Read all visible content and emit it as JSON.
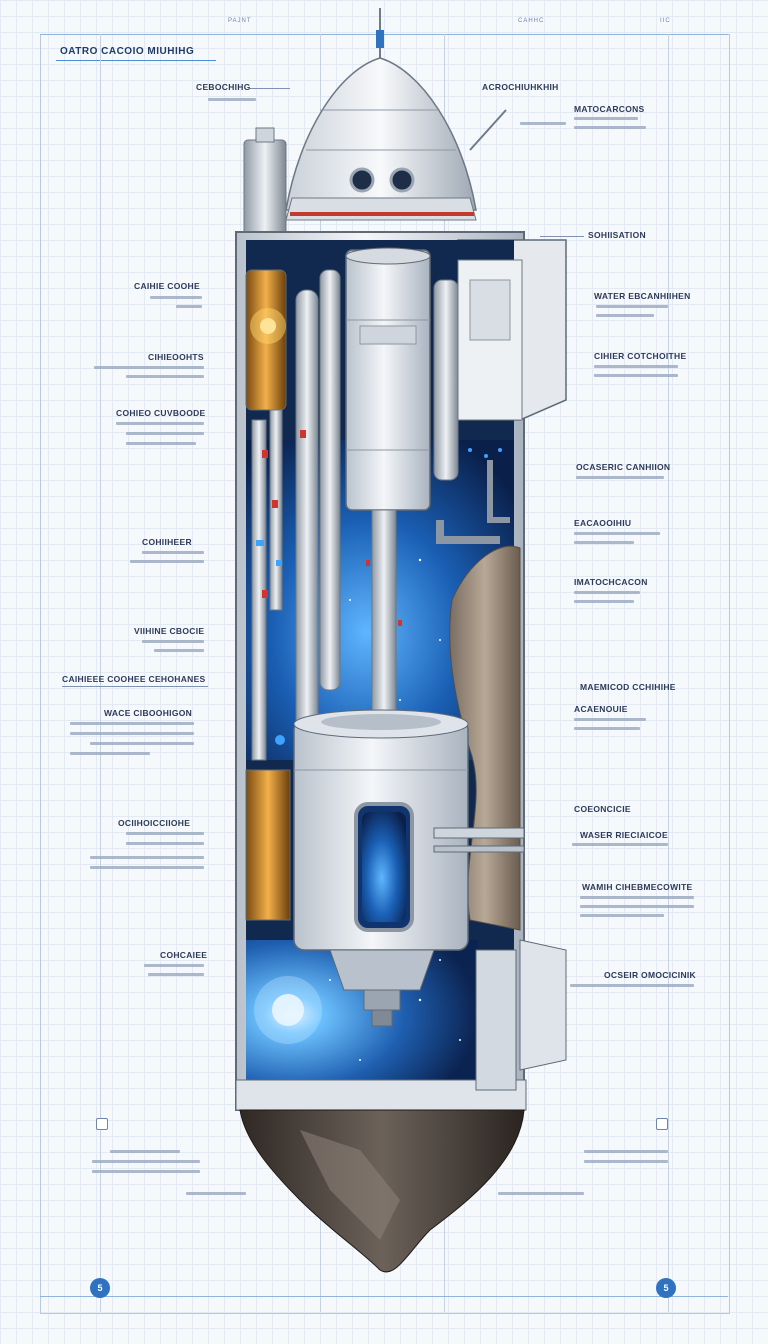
{
  "title": "OATRO CACOIO MIUHIHG",
  "top_tags": [
    "PAJNT",
    "CAHHC",
    "IIC"
  ],
  "labels_left": [
    {
      "id": "cebochihg",
      "text": "CEBOCHIHG"
    },
    {
      "id": "caihie-coohe",
      "text": "CAIHIE COOHE"
    },
    {
      "id": "cihieoohts",
      "text": "CIHIEOOHTS"
    },
    {
      "id": "cohieo-cuvboode",
      "text": "COHIEO CUVBOODE"
    },
    {
      "id": "cohiiheer",
      "text": "COHIIHEER"
    },
    {
      "id": "viihine-cbocie",
      "text": "VIIHINE CBOCIE"
    },
    {
      "id": "caiheiee-coohee",
      "text": "CAIHIEEE COOHEE CEHOHANES"
    },
    {
      "id": "wace-ciboohigon",
      "text": "WACE CIBOOHIGON"
    },
    {
      "id": "ocinoicciiome",
      "text": "OCIIHOICCIIOHE"
    },
    {
      "id": "cohcaiee",
      "text": "COHCAIEE"
    }
  ],
  "labels_right": [
    {
      "id": "acrochiuhkhih",
      "text": "ACROCHIUHKHIH"
    },
    {
      "id": "matocarcons",
      "text": "MATOCARCONS"
    },
    {
      "id": "sohiisation",
      "text": "SOHIISATION"
    },
    {
      "id": "water-ebcanhiiihen",
      "text": "WATER EBCANHIIHEN"
    },
    {
      "id": "cihier-cotchoithe",
      "text": "CIHIER COTCHOITHE"
    },
    {
      "id": "ocaseric-canhiion",
      "text": "OCASERIC CANHIION"
    },
    {
      "id": "eacaooihiu",
      "text": "EACAOOIHIU"
    },
    {
      "id": "imatochcacon",
      "text": "IMATOCHCACON"
    },
    {
      "id": "maemicod-cchihihe",
      "text": "MAEMICOD CCHIHIHE"
    },
    {
      "id": "acaenouie",
      "text": "ACAENOUIE"
    },
    {
      "id": "coeoncicie",
      "text": "COEONCICIE"
    },
    {
      "id": "waser-rieciaicoe",
      "text": "WASER RIECIAICOE"
    },
    {
      "id": "wamih-cihebmecowite",
      "text": "WAMIH CIHEBMECOWITE"
    },
    {
      "id": "ocseir-omocicinik",
      "text": "OCSEIR OMOCICINIK"
    }
  ],
  "corner_badges": [
    "5",
    "5"
  ],
  "colors": {
    "accent": "#2f73c0",
    "glow": "#3ea2ff",
    "warm": "#f0a020",
    "hull": "#e9edf2",
    "rock": "#5a4d44"
  }
}
